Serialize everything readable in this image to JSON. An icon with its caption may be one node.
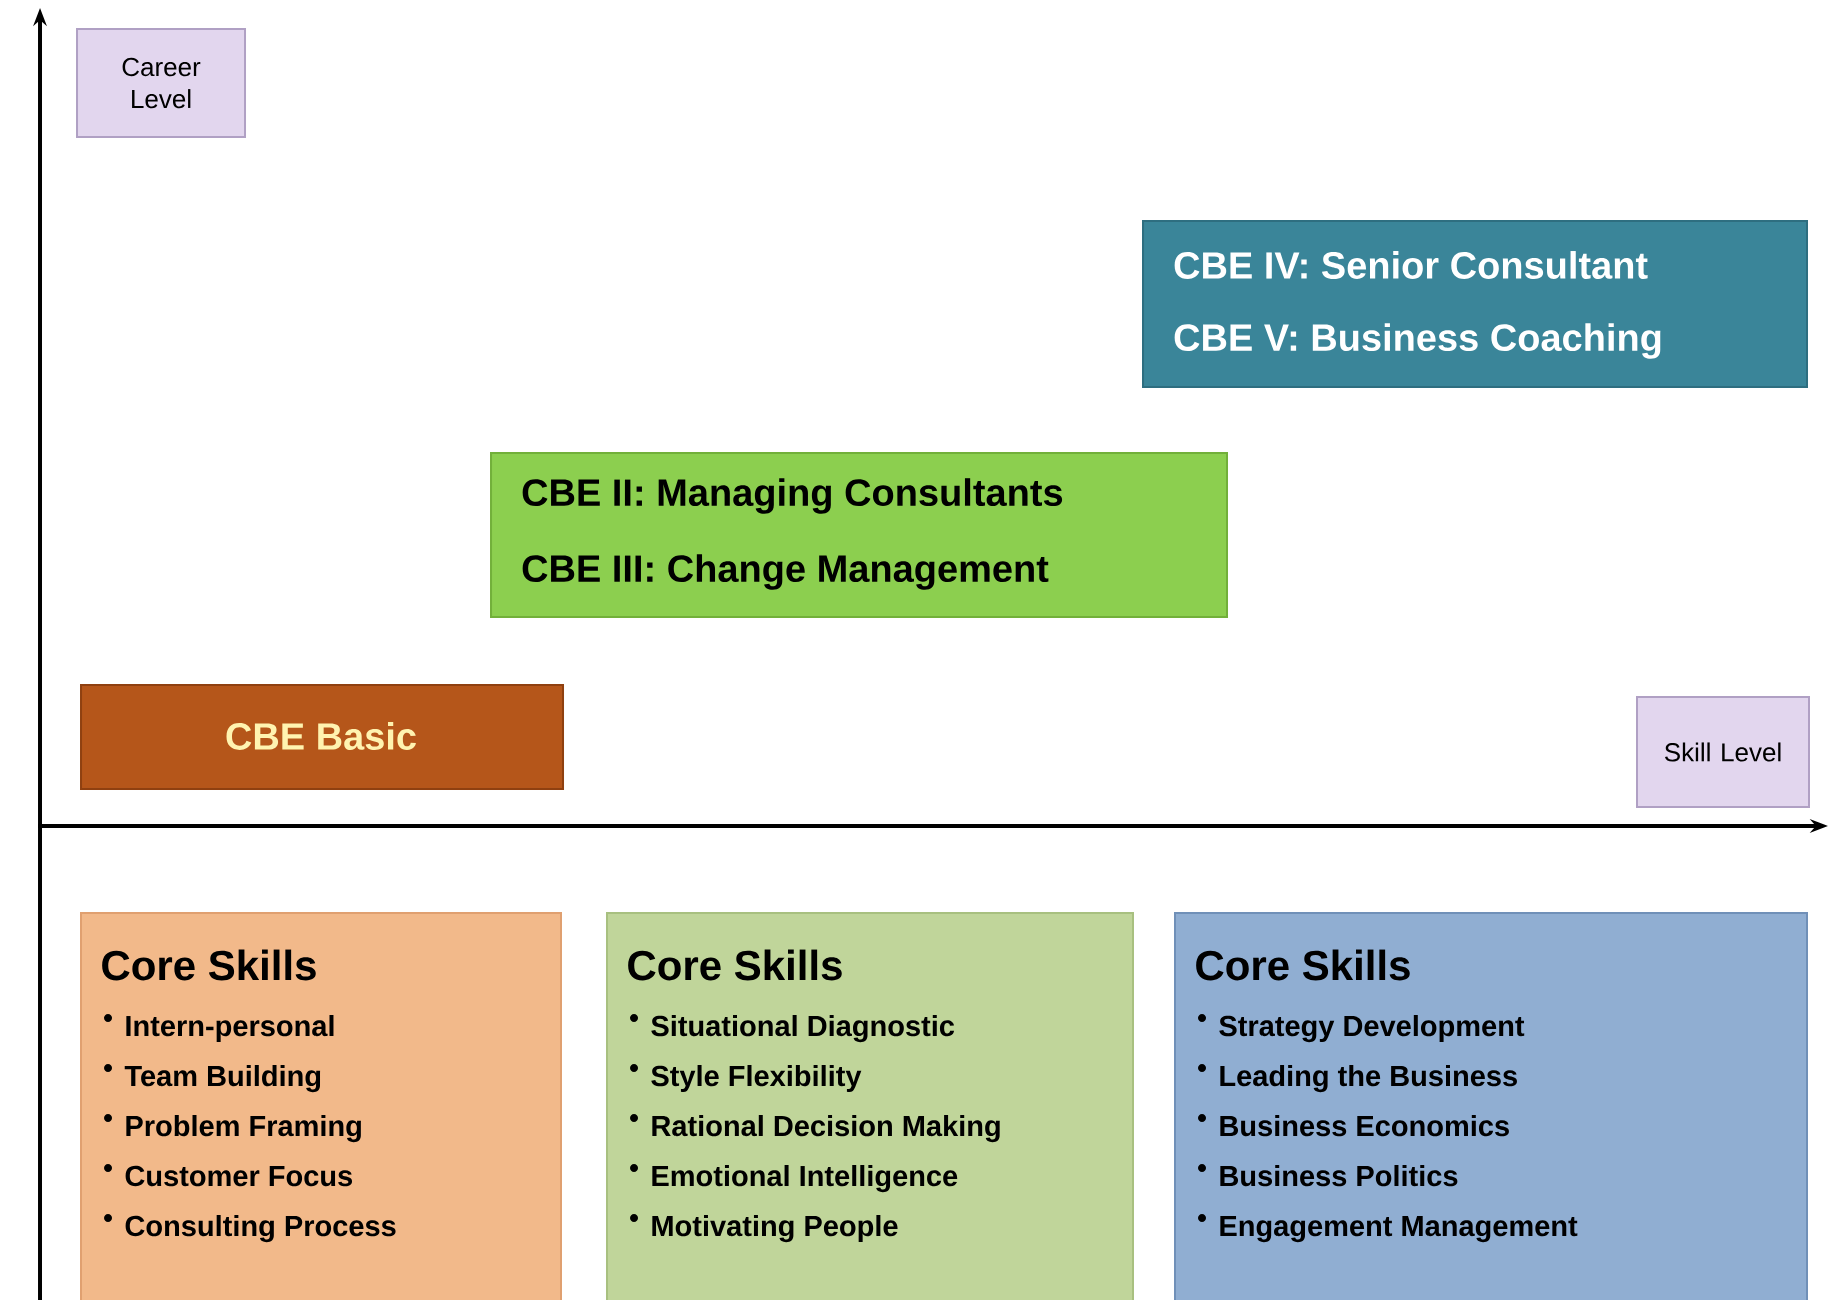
{
  "diagram": {
    "nodes": [
      {
        "text": [
          "Career Level"
        ]
      },
      {
        "text": [
          "CBE IV: Senior Consultant",
          "CBE V: Business Coaching"
        ]
      },
      {
        "text": [
          "CBE II: Managing Consultants",
          "CBE III: Change Management"
        ]
      },
      {
        "text": [
          "CBE Basic"
        ]
      },
      {
        "text": [
          "Skill Level"
        ]
      },
      {
        "text": [
          "Core Skills",
          "Intern-personal",
          "Team Building",
          "Problem Framing",
          "Customer Focus",
          "Consulting Process"
        ]
      },
      {
        "text": [
          "Core Skills",
          "Situational Diagnostic",
          "Style Flexibility",
          "Rational Decision Making",
          "Emotional Intelligence",
          "Motivating People"
        ]
      },
      {
        "text": [
          "Core Skills",
          "Strategy Development",
          "Leading the Business",
          "Business Economics",
          "Business Politics",
          "Engagement Management"
        ]
      }
    ]
  }
}
